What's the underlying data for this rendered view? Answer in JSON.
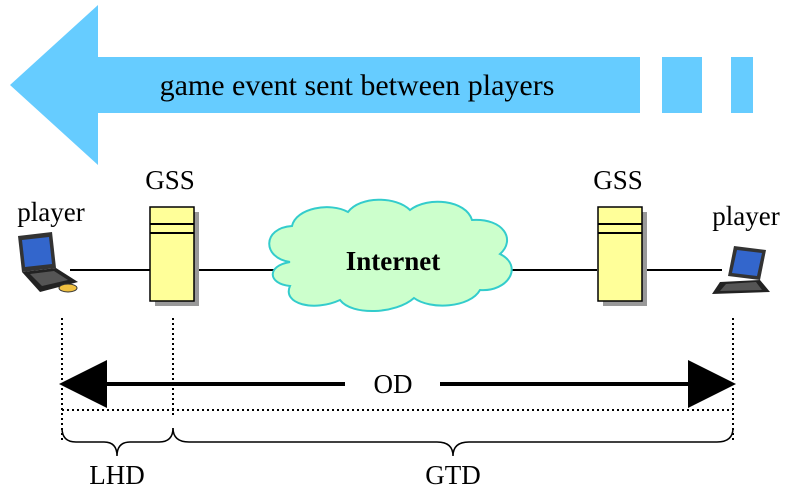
{
  "banner": {
    "text": "game event sent between players"
  },
  "servers": {
    "left_label": "GSS",
    "right_label": "GSS"
  },
  "players": {
    "left_label": "player",
    "right_label": "player"
  },
  "cloud": {
    "label": "Internet"
  },
  "measures": {
    "od": "OD",
    "lhd": "LHD",
    "gtd": "GTD"
  },
  "colors": {
    "banner_fill": "#66ccff",
    "cloud_fill": "#ccffcc",
    "cloud_stroke": "#33cccc",
    "server_fill": "#ffff99",
    "server_shadow": "#999999",
    "laptop_body": "#333333",
    "laptop_screen": "#3366cc",
    "disc": "#f0c040"
  },
  "icons": [
    "left-arrow-banner",
    "server-tower-icon",
    "laptop-icon",
    "cloud-shape"
  ]
}
